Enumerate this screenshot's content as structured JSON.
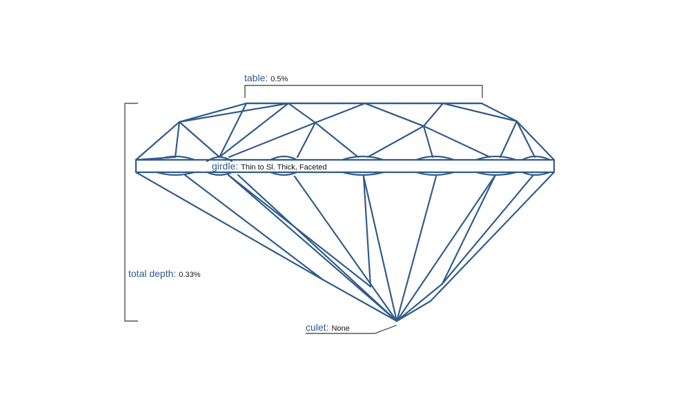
{
  "labels": {
    "table": {
      "key": "table:",
      "value": "0.5%"
    },
    "total_depth": {
      "key": "total depth:",
      "value": "0.33%"
    },
    "girdle": {
      "key": "girdle:",
      "value": "Thin to Sl. Thick, Faceted"
    },
    "culet": {
      "key": "culet:",
      "value": "None"
    }
  },
  "colors": {
    "outline": "#2e5b8a",
    "bracket": "#333333",
    "label_key": "#2e5b8a",
    "label_value": "#111111"
  }
}
